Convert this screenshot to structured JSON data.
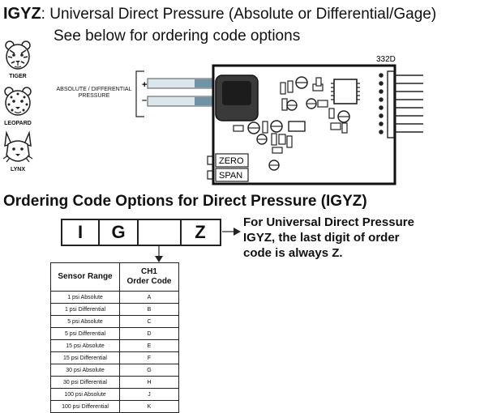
{
  "header": {
    "code": "IGYZ",
    "title_rest": ": Universal Direct Pressure (Absolute or Differential/Gage)",
    "subtitle": "See below for ordering code options"
  },
  "animals": [
    {
      "label": "TIGER",
      "icon": "tiger-icon"
    },
    {
      "label": "LEOPARD",
      "icon": "leopard-icon"
    },
    {
      "label": "LYNX",
      "icon": "lynx-icon"
    }
  ],
  "diagram": {
    "board_label": "332D",
    "port_label": "ABSOLUTE / DIFFERENTIAL PRESSURE",
    "plus": "+",
    "minus": "–",
    "zero_label": "ZERO",
    "span_label": "SPAN"
  },
  "ordering": {
    "heading": "Ordering Code Options for Direct Pressure (IGYZ)",
    "boxes": [
      "I",
      "G",
      "",
      "Z"
    ],
    "note_lines": [
      "For Universal Direct Pressure",
      "IGYZ, the last digit of order",
      "code is always Z."
    ],
    "table": {
      "col1": "Sensor Range",
      "col2_line1": "CH1",
      "col2_line2": "Order Code",
      "rows": [
        {
          "range": "1 psi Absolute",
          "code": "A"
        },
        {
          "range": "1 psi Differential",
          "code": "B"
        },
        {
          "range": "5 psi Absolute",
          "code": "C"
        },
        {
          "range": "5 psi Differential",
          "code": "D"
        },
        {
          "range": "15 psi Absolute",
          "code": "E"
        },
        {
          "range": "15 psi Differential",
          "code": "F"
        },
        {
          "range": "30 psi Absolute",
          "code": "G"
        },
        {
          "range": "30 psi Differential",
          "code": "H"
        },
        {
          "range": "100 psi Absolute",
          "code": "J"
        },
        {
          "range": "100 psi Differential",
          "code": "K"
        }
      ]
    }
  }
}
